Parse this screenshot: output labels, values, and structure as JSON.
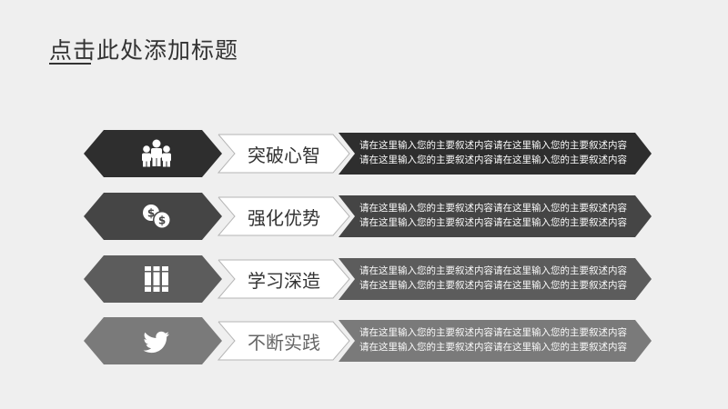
{
  "title": "点击此处添加标题",
  "rows": [
    {
      "icon": "people-group-icon",
      "label": "突破心智",
      "line1": "请在这里输入您的主要叙述内容请在这里输入您的主要叙述内容",
      "line2": "请在这里输入您的主要叙述内容请在这里输入您的主要叙述内容",
      "color": "#2e2e2e"
    },
    {
      "icon": "dollar-coins-icon",
      "label": "强化优势",
      "line1": "请在这里输入您的主要叙述内容请在这里输入您的主要叙述内容",
      "line2": "请在这里输入您的主要叙述内容请在这里输入您的主要叙述内容",
      "color": "#454545"
    },
    {
      "icon": "books-icon",
      "label": "学习深造",
      "line1": "请在这里输入您的主要叙述内容请在这里输入您的主要叙述内容",
      "line2": "请在这里输入您的主要叙述内容请在这里输入您的主要叙述内容",
      "color": "#5c5c5c"
    },
    {
      "icon": "twitter-bird-icon",
      "label": "不断实践",
      "line1": "请在这里输入您的主要叙述内容请在这里输入您的主要叙述内容",
      "line2": "请在这里输入您的主要叙述内容请在这里输入您的主要叙述内容",
      "color": "#7a7a7a"
    }
  ]
}
